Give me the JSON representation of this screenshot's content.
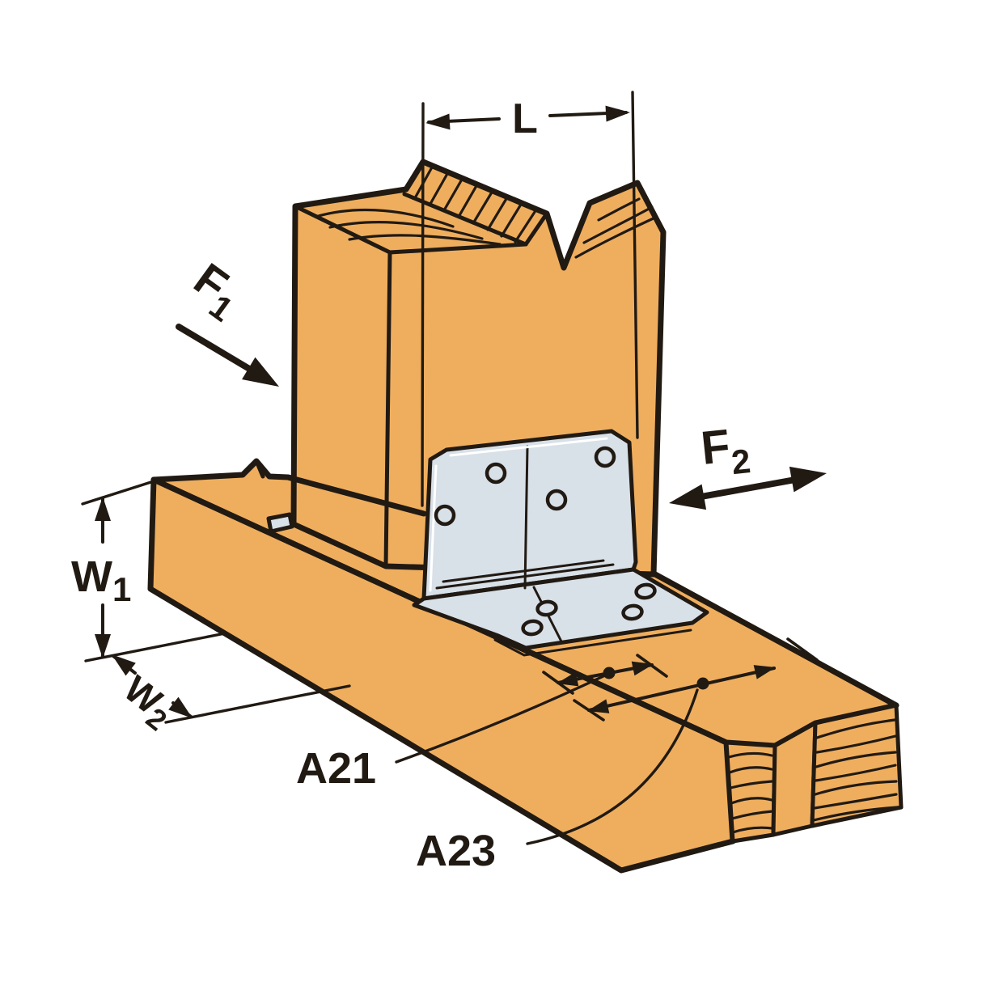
{
  "title": "Angle connector (A21 / A23) post-to-beam installation diagram",
  "colors": {
    "background": "#FFFFFF",
    "wood": "#EFAE5E",
    "outline": "#211A13",
    "bracket": "#D8E0E8"
  },
  "labels": {
    "length": {
      "base": "L"
    },
    "force_1": {
      "base": "F",
      "sub": "1"
    },
    "force_2": {
      "base": "F",
      "sub": "2"
    },
    "width_1": {
      "base": "W",
      "sub": "1"
    },
    "width_2": {
      "base": "W",
      "sub": "2"
    },
    "part_near": "A21",
    "part_far": "A23"
  }
}
